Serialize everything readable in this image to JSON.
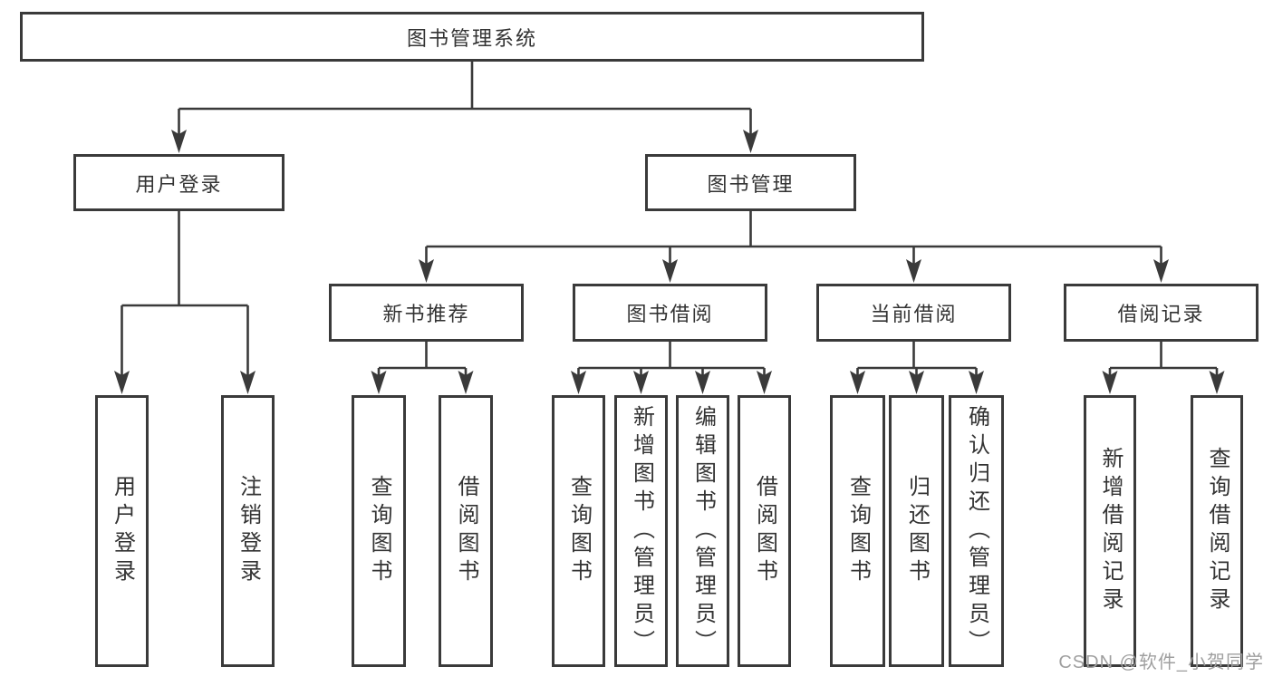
{
  "nodes": {
    "root": "图书管理系统",
    "level2": {
      "user_login": "用户登录",
      "book_management": "图书管理"
    },
    "level3": {
      "new_book_recommend": "新书推荐",
      "book_borrowing": "图书借阅",
      "current_borrowing": "当前借阅",
      "borrowing_records": "借阅记录"
    },
    "leaves": {
      "user_login": [
        "用户登录",
        "注销登录"
      ],
      "new_book_recommend": [
        "查询图书",
        "借阅图书"
      ],
      "book_borrowing": [
        "查询图书",
        "新增图书（管理员）",
        "编辑图书（管理员）",
        "借阅图书"
      ],
      "current_borrowing": [
        "查询图书",
        "归还图书",
        "确认归还（管理员）"
      ],
      "borrowing_records": [
        "新增借阅记录",
        "查询借阅记录"
      ]
    }
  },
  "watermark": "CSDN @软件_小贺同学",
  "colors": {
    "line": "#3a3a3a",
    "text": "#333333",
    "background": "#ffffff",
    "watermark": "#9f9f9f"
  }
}
